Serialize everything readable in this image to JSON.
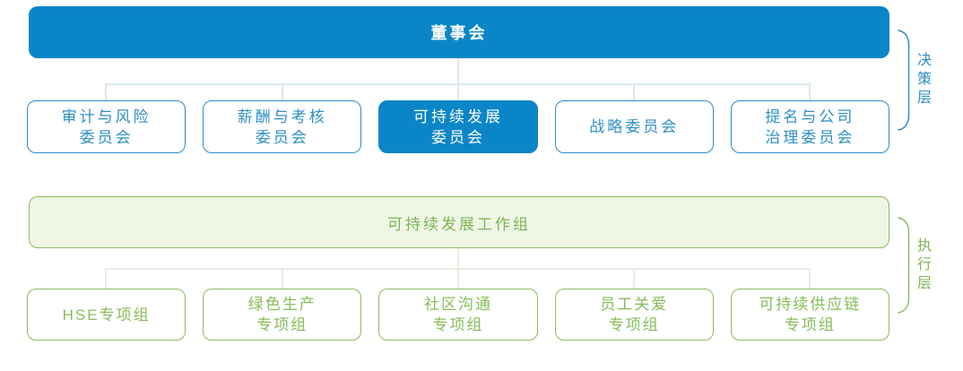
{
  "palette": {
    "blue_fill": "#0a86c8",
    "blue_border": "#2b8dc7",
    "blue_text": "#2e8fc6",
    "blue_connector": "#dce8f1",
    "green_fill": "#eff6e5",
    "green_border": "#8cbb60",
    "green_text": "#7cb556",
    "green_text2": "#86bd58",
    "green_connector": "#eaece3"
  },
  "org_chart": {
    "board": {
      "label": "董事会"
    },
    "committees": [
      {
        "lines": [
          "审计与风险",
          "委员会"
        ]
      },
      {
        "lines": [
          "薪酬与考核",
          "委员会"
        ]
      },
      {
        "lines": [
          "可持续发展",
          "委员会"
        ],
        "highlighted": true
      },
      {
        "lines": [
          "战略委员会"
        ]
      },
      {
        "lines": [
          "提名与公司",
          "治理委员会"
        ]
      }
    ],
    "working_group": {
      "label": "可持续发展工作组"
    },
    "task_groups": [
      {
        "lines": [
          "HSE专项组"
        ]
      },
      {
        "lines": [
          "绿色生产",
          "专项组"
        ]
      },
      {
        "lines": [
          "社区沟通",
          "专项组"
        ]
      },
      {
        "lines": [
          "员工关爱",
          "专项组"
        ]
      },
      {
        "lines": [
          "可持续供应链",
          "专项组"
        ]
      }
    ],
    "layers": [
      {
        "label": "决策层"
      },
      {
        "label": "执行层"
      }
    ]
  }
}
